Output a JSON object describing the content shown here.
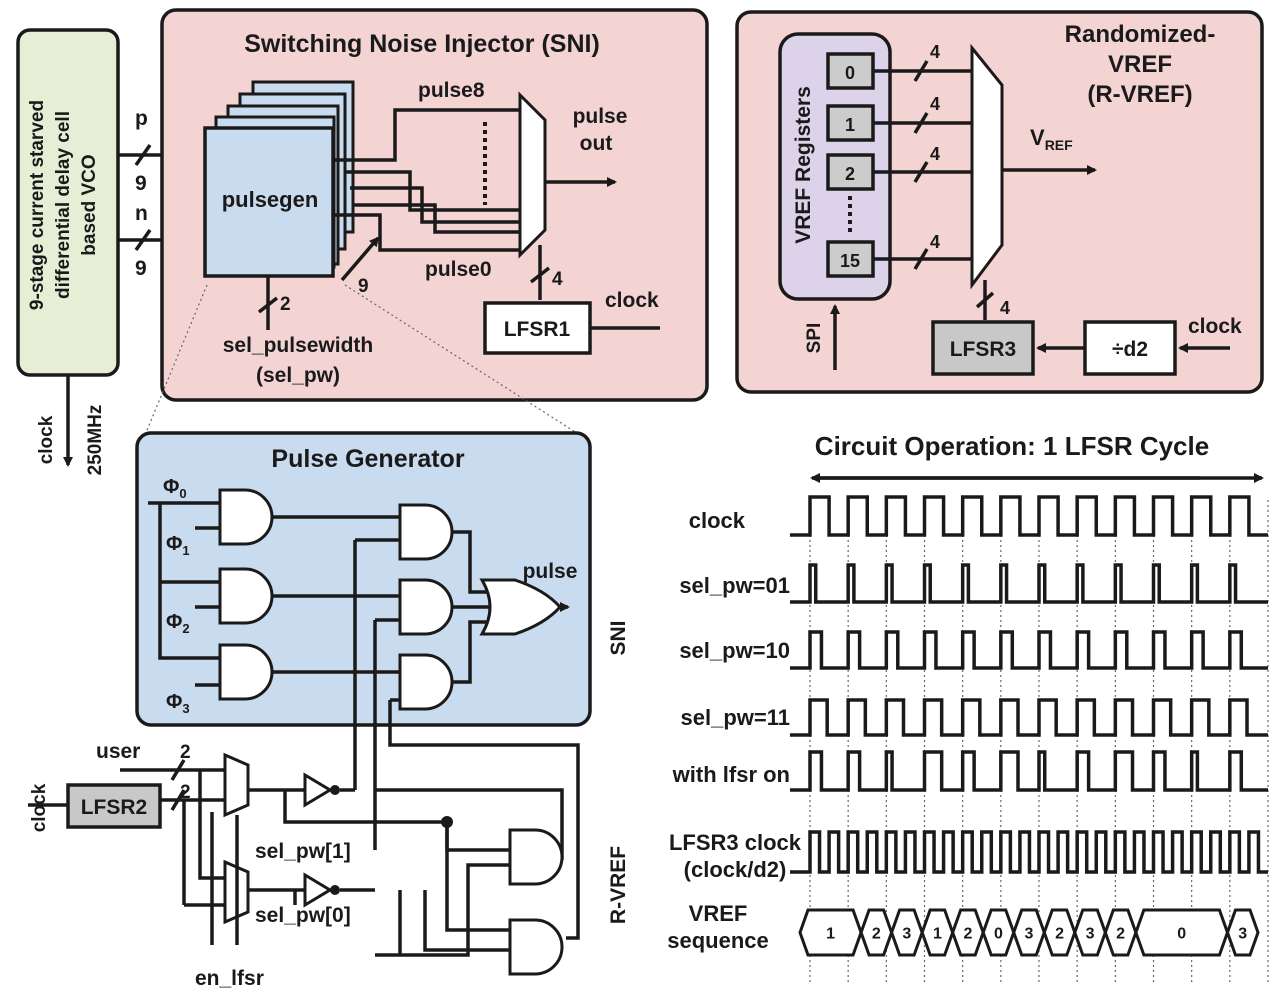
{
  "vco": {
    "label": "9-stage current starved differential delay cell based VCO",
    "label_lines": [
      "9-stage current starved",
      "differential delay cell",
      "based VCO"
    ],
    "clock_label": "clock",
    "freq_label": "250MHz",
    "p_label": "p",
    "p_width": "9",
    "n_label": "n",
    "n_width": "9"
  },
  "sni": {
    "title": "Switching Noise Injector (SNI)",
    "pulsegen_label": "pulsegen",
    "pulse8_label": "pulse8",
    "pulse0_label": "pulse0",
    "pulse_out_line1": "pulse",
    "pulse_out_line2": "out",
    "lfsr_label": "LFSR1",
    "lfsr_width": "4",
    "clock_label": "clock",
    "sel_width": "2",
    "sel_label_line1": "sel_pulsewidth",
    "sel_label_line2": "(sel_pw)",
    "stack_width": "9"
  },
  "rvref": {
    "title_line1": "Randomized-",
    "title_line2": "VREF",
    "title_line3": "(R-VREF)",
    "registers_label": "VREF Registers",
    "registers": [
      "0",
      "1",
      "2",
      "15"
    ],
    "bus_width": "4",
    "vref_out": "V",
    "vref_sub": "REF",
    "lfsr_label": "LFSR3",
    "lfsr_width": "4",
    "divider_label": "÷d2",
    "clock_label": "clock",
    "spi_label": "SPI"
  },
  "pulse_gen": {
    "title": "Pulse Generator",
    "phi0": "Φ",
    "phi0_sub": "0",
    "phi1": "Φ",
    "phi1_sub": "1",
    "phi2": "Φ",
    "phi2_sub": "2",
    "phi3": "Φ",
    "phi3_sub": "3",
    "pulse_label": "pulse"
  },
  "control": {
    "clock_label": "clock",
    "user_label": "user",
    "user_width": "2",
    "lfsr_width": "2",
    "lfsr_label": "LFSR2",
    "sel_pw1": "sel_pw[1]",
    "sel_pw0": "sel_pw[0]",
    "en_lfsr": "en_lfsr"
  },
  "timing": {
    "title": "Circuit Operation: 1 LFSR Cycle",
    "group_sni": "SNI",
    "group_rvref": "R-VREF",
    "rows": [
      "clock",
      "sel_pw=01",
      "sel_pw=10",
      "sel_pw=11",
      "with lfsr on"
    ],
    "lfsr3_line1": "LFSR3 clock",
    "lfsr3_line2": "(clock/d2)",
    "vref_line1": "VREF",
    "vref_line2": "sequence",
    "vref_sequence": [
      "1",
      "2",
      "3",
      "1",
      "2",
      "0",
      "3",
      "2",
      "3",
      "2",
      "0",
      "3"
    ]
  },
  "colors": {
    "sni_bg": "#f4d3d3",
    "pulsegen_bg": "#c9dbef",
    "vco_bg": "#e6efd6",
    "reg_bg": "#dcd3ea",
    "lfsr_gray": "#c8c8c8"
  }
}
